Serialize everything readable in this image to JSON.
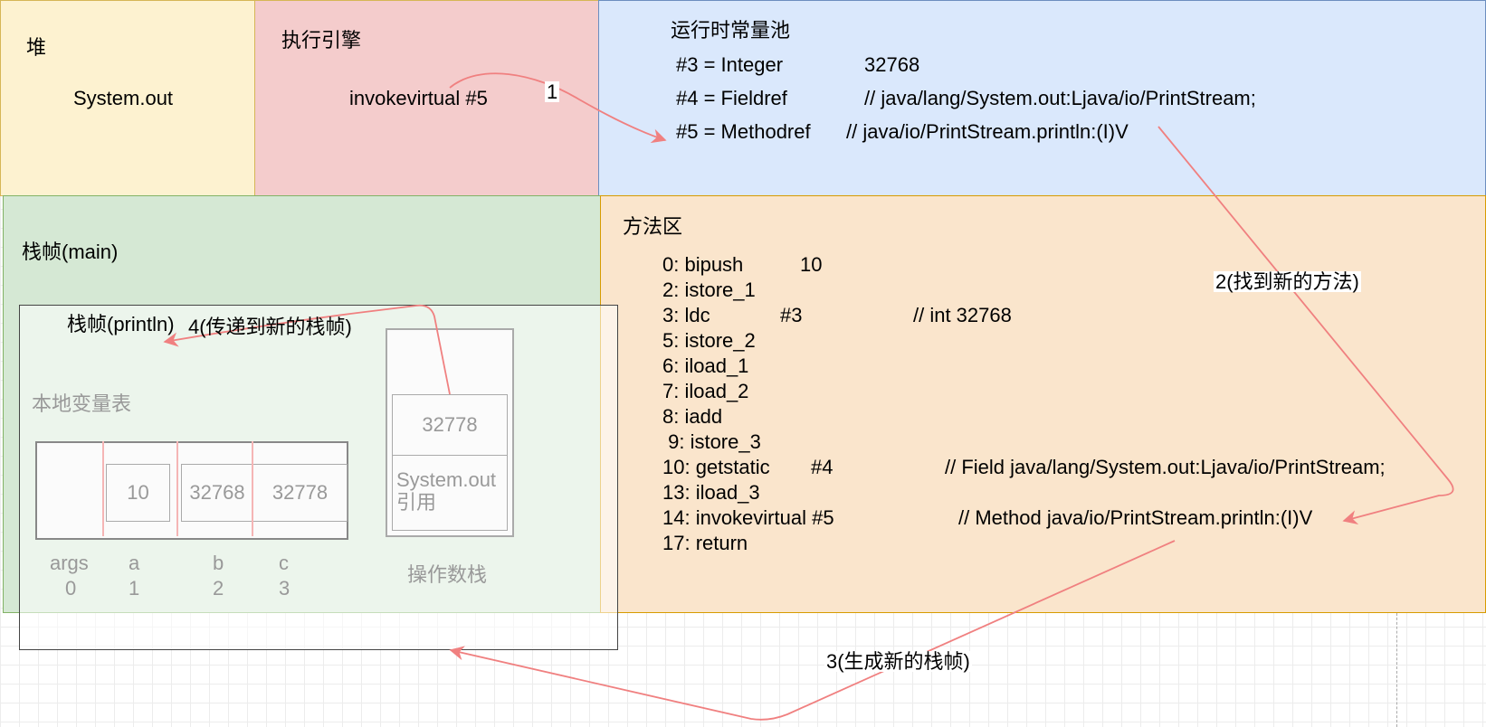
{
  "heap": {
    "title": "堆",
    "item": "System.out"
  },
  "engine": {
    "title": "执行引擎",
    "instruction": "invokevirtual #5"
  },
  "pool": {
    "title": "运行时常量池",
    "rows": [
      {
        "ref": "#3 = Integer",
        "value": "32768"
      },
      {
        "ref": "#4 = Fieldref",
        "value": "// java/lang/System.out:Ljava/io/PrintStream;"
      },
      {
        "ref": "#5 = Methodref",
        "value": "// java/io/PrintStream.println:(I)V"
      }
    ]
  },
  "frame_main": {
    "title": "栈帧(main)",
    "locals_title": "本地变量表",
    "locals_values": [
      "",
      "10",
      "32768",
      "32778"
    ],
    "locals_names": [
      "args",
      "a",
      "b",
      "c"
    ],
    "locals_indices": [
      "0",
      "1",
      "2",
      "3"
    ],
    "operand_stack_title": "操作数栈",
    "stack_top": "32778",
    "stack_bottom": "System.out\n引用"
  },
  "frame_println": {
    "title": "栈帧(println)"
  },
  "method_area": {
    "title": "方法区",
    "code": [
      {
        "op": "0: bipush",
        "arg": "10",
        "comment": ""
      },
      {
        "op": "2: istore_1",
        "arg": "",
        "comment": ""
      },
      {
        "op": "3: ldc",
        "arg": "#3",
        "comment": "// int 32768"
      },
      {
        "op": "5: istore_2",
        "arg": "",
        "comment": ""
      },
      {
        "op": "6: iload_1",
        "arg": "",
        "comment": ""
      },
      {
        "op": "7: iload_2",
        "arg": "",
        "comment": ""
      },
      {
        "op": "8: iadd",
        "arg": "",
        "comment": ""
      },
      {
        "op": " 9: istore_3",
        "arg": "",
        "comment": ""
      },
      {
        "op": "10: getstatic",
        "arg": "#4",
        "comment": "// Field java/lang/System.out:Ljava/io/PrintStream;"
      },
      {
        "op": "13: iload_3",
        "arg": "",
        "comment": ""
      },
      {
        "op": "14: invokevirtual #5",
        "arg": "",
        "comment": "// Method java/io/PrintStream.println:(I)V"
      },
      {
        "op": "17: return",
        "arg": "",
        "comment": ""
      }
    ]
  },
  "steps": {
    "step1": "1",
    "step2": "2(找到新的方法)",
    "step3": "3(生成新的栈帧)",
    "step4": "4(传递到新的栈帧)"
  },
  "colors": {
    "heap": "#fdf2d0",
    "engine": "#f4cccc",
    "pool": "#dae8fc",
    "frame_main": "#d5e8d4",
    "method_area": "#fae5cc",
    "arrow": "#f08080"
  }
}
